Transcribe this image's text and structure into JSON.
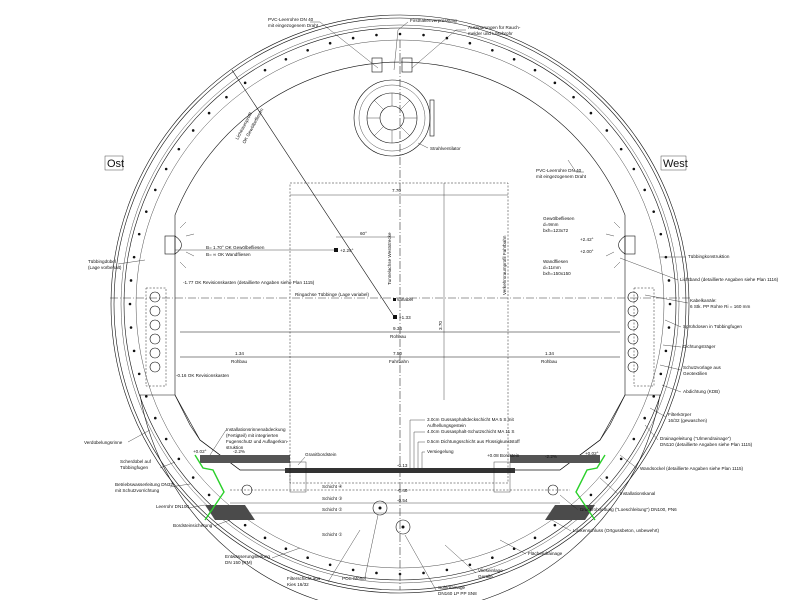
{
  "orientation": {
    "east": "Ost",
    "west": "West"
  },
  "top_labels": {
    "pvc_left_1": "PVC-Leerrohre DN 40",
    "pvc_left_2": "mit eingezogenem Draht",
    "first": "Firsthakenverpressung",
    "smoke_1": "Aussparungen für Rauch-",
    "smoke_2": "melder und Löschrohr",
    "fan": "Strahlventilator",
    "clearance_1": "Lichtraumprofil",
    "clearance_2": "OK Gewölbefliesen"
  },
  "right_labels": {
    "pvc_right_1": "PVC-Leerrohre DN 40",
    "pvc_right_2": "mit eingezogenem Draht",
    "vault_tiles": [
      "Gewölbefliesen",
      "d=9mm",
      "bxh=123x72"
    ],
    "wall_tiles": [
      "Wandfliesen",
      "d=11mm",
      "bxh=150x150"
    ],
    "elev_a": "+2.42°",
    "elev_b": "+2.00°",
    "segment": "Tübbingkonstruktion",
    "light": "Lichtband (detaillierte Angaben siehe Plan 1116)",
    "cable_1": "Kabelkanäle:",
    "cable_2": "6 Stk. PP Rohre Ri = 160 mm",
    "spray": "Sprühdosen in Tübbingfugen",
    "seal_carrier": "Dichtungsträger",
    "geo_1": "Schutzvorlage aus",
    "geo_2": "Geotextilien",
    "kdb": "Abdichtung (KDB)",
    "filter_1": "Filterkörper",
    "filter_2": "16/32 (gewaschen)",
    "drain_1": "Drainageleitung (\"Ulmendrainage\")",
    "drain_2": "DN110 (detaillierte Angaben siehe Plan 1115)",
    "base": "Wandsockel (detaillierte Angaben siehe Plan 1115)",
    "install": "Installationskanal",
    "pressure": "Druckrohrleitung (\"Loeschleitung\") DN100, PN6",
    "gap": "Lückenschluss (Ortgussbeton, unbewehrt)",
    "surface_drain": "Flächendrainage",
    "fleece_1": "Vlieseinlage",
    "fleece_2": "Gerölle",
    "sole_1": "Sohldrainage",
    "sole_2": "DN160 LP PP SN8"
  },
  "left_labels": {
    "dowel_1": "Tübbingdübel",
    "dowel_2": "(Lage vorbehalt)",
    "okg": "B= 1.70° OK Gewölbefliesen",
    "okw": "B= ∞    OK Wandfliesen",
    "rev_top": "-1.77 OK Revisionskasten (detaillierte Angaben siehe Plan 1115)",
    "rev_bottom": "-0.16 OK Revisionskasten",
    "groove": "Verdübelungsrinne",
    "shear_1": "Scherdübel auf",
    "shear_2": "Tübbingfugen",
    "water_1": "Betriebswasserleitung DN32",
    "water_2": "mit Schutzvorrichtung",
    "empty": "Leerrohr DN100",
    "curb_secure": "Bordsteinsicherung",
    "drainage_1": "Entwässerungsleitung",
    "drainage_2": "DN 150 (RM)",
    "filterlayer_1": "Filterschicht aus",
    "filterlayer_2": "Kies 16/32",
    "pcc": "PCC-Mörtel",
    "cover_1": "Installationsrinnenabdeckung",
    "cover_2": "(Fertigteil) mit integrierten",
    "cover_3": "Fugenschutz und Auflagerkon-",
    "cover_4": "struktion",
    "curbstone": "Granitbordstein"
  },
  "center_labels": {
    "width_top": "7.70",
    "angle": "60°",
    "elev_225": "+2.25°",
    "elev_133": "+1.33",
    "ring_axis": "Ringachse Tübbinge (Lage variabel)",
    "variable": "variabel",
    "axis": "Tunnelachse Weststrecke",
    "profile": "Verkehrsraumprofil Fahrbahn",
    "height": "3.70",
    "rohbau_w": "9.34",
    "rohbau": "Rohbau",
    "fahrbahn_w": "7.50",
    "fahrbahn": "Fahrbahn",
    "left_w": "1.34",
    "left_rohbau": "Rohbau",
    "right_w": "1.34",
    "right_rohbau": "Rohbau",
    "slope_l": "-2.2%",
    "slope_r": "-2.2%",
    "edge_l": "+0.02°",
    "edge_r": "+0.02°",
    "road_elev": "-0.13",
    "curb_elev": "+0.08 Bordstein",
    "layer_1": "3.0cm Gussasphaltdeckschicht MA 5 S mit",
    "layer_1b": "Aufhellungsgestein",
    "layer_2": "4.0cm Gussasphalt-Schutzschicht MA 11 S",
    "layer_3": "0.5cm Dichtungsschicht aus Flüssigkunststoff",
    "layer_4": "Versiegelung",
    "lvl_a": "-0.40",
    "lvl_b": "-0.54",
    "schicht_1": "Schicht ①",
    "schicht_2": "Schicht ②",
    "schicht_3": "Schicht ③",
    "schicht_4": "Schicht ④"
  },
  "colors": {
    "line": "#111111",
    "hatch": "#777777",
    "green": "#2bd02b"
  }
}
